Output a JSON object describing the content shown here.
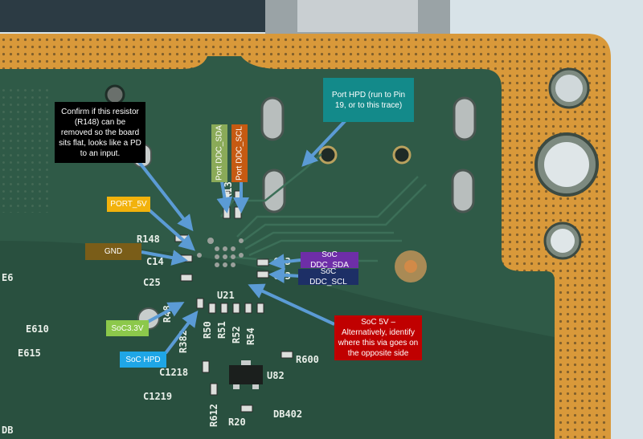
{
  "callouts": {
    "r148_note": "Confirm if this resistor (R148) can be removed so the board sits flat, looks like a PD to an input.",
    "port_hpd": "Port HPD (run to Pin 19, or to this trace)",
    "port_ddc_sda": "Port DDC_SDA",
    "port_ddc_scl": "Port DDC_SCL",
    "port_5v": "PORT_5V",
    "gnd": "GND",
    "soc_ddc_sda": "SoC DDC_SDA",
    "soc_ddc_scl": "SoC DDC_SCL",
    "soc_3v3": "SoC3.3V",
    "soc_hpd": "SoC HPD",
    "soc_5v": "SoC 5V – Alternatively, identify where this via goes on the opposite side"
  },
  "silkscreen": {
    "r148": "R148",
    "c14": "C14",
    "c25": "C25",
    "r48": "R48",
    "u21": "U21",
    "r382": "R382",
    "r50": "R50",
    "r51": "R51",
    "r52": "R52",
    "r54": "R54",
    "r600": "R600",
    "u82": "U82",
    "c1218": "C1218",
    "c1219": "C1219",
    "r612": "R612",
    "r20": "R20",
    "db402": "DB402",
    "e610": "E610",
    "e615": "E615",
    "e6": "E6",
    "r13": "R13",
    "c13": "C13",
    "c23": "C23",
    "db": "DB"
  },
  "colors": {
    "board_green": "#2f5a47",
    "copper_edge": "#d9993a",
    "callout_black": "#000000",
    "callout_teal": "#138a8a",
    "callout_olive": "#8aaa58",
    "callout_orange": "#c65a12",
    "callout_yellow": "#f2b20c",
    "callout_brown": "#7a5d18",
    "callout_purple": "#6e2ea8",
    "callout_navy": "#1d2f66",
    "callout_green": "#8cc84b",
    "callout_blue": "#1fa6e6",
    "callout_red": "#c00000",
    "arrow": "#5b9bd5"
  }
}
